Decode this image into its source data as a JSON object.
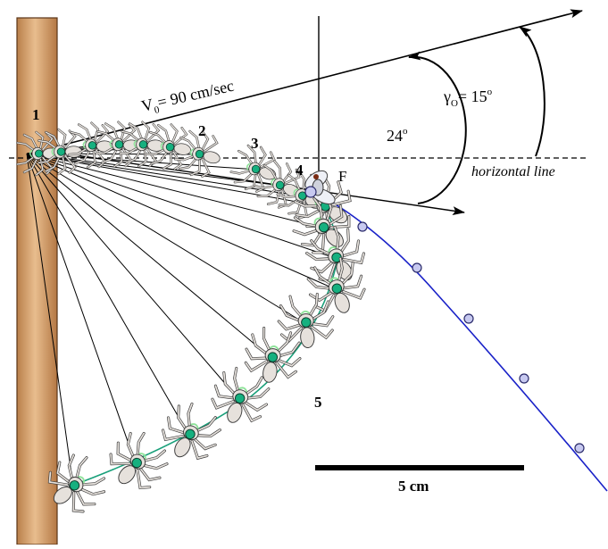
{
  "labels": {
    "position_1": "1",
    "position_2": "2",
    "position_3": "3",
    "position_4": "4",
    "position_5": "5",
    "fly_label": "F",
    "velocity_v": "V",
    "velocity_sub": "0",
    "velocity_value": "= 90 cm/sec",
    "gamma_symbol": "γ",
    "gamma_sub": "O",
    "gamma_eq": "= 15",
    "gamma_deg": "o",
    "angle_24": "24",
    "angle_24_deg": "o",
    "horizontal_line": "horizontal line",
    "scale_bar": "5 cm"
  },
  "colors": {
    "post_fill": "#d9a877",
    "post_stroke": "#6b3f1e",
    "spider_body": "#e6e1dc",
    "spider_outline": "#3a3a3a",
    "spider_dot": "#16b07f",
    "spider_legs_accent": "#8fe39a",
    "fly_path": "#1a22c8",
    "spider_path": "#19a07a",
    "fly_marker": "#c7c9f0"
  }
}
